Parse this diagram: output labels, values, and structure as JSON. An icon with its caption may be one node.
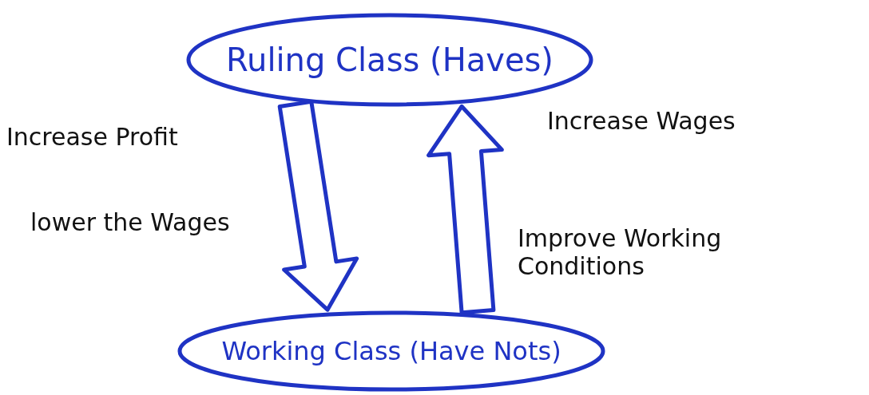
{
  "diagram": {
    "nodes": [
      {
        "text": [
          "Ruling Class (Haves)"
        ]
      },
      {
        "text": [
          "Working Class (Have Nots)"
        ]
      }
    ],
    "edges": [
      {
        "from": 0,
        "to": 1,
        "arrow": "to"
      },
      {
        "from": 1,
        "to": 0,
        "arrow": "to"
      }
    ],
    "labels": [
      "Increase Profit",
      "Increase Wages",
      "lower the Wages",
      "Improve Working Conditions"
    ]
  }
}
